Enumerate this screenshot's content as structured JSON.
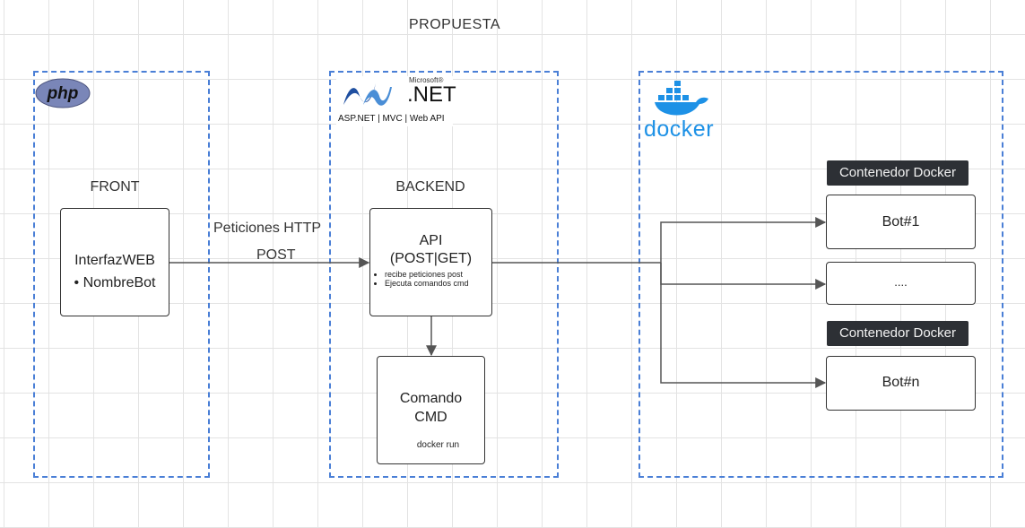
{
  "title": "PROPUESTA",
  "regions": {
    "front": {
      "heading": "FRONT",
      "logo_text": "php"
    },
    "backend": {
      "heading": "BACKEND",
      "logo_brand_small": "Microsoft®",
      "logo_brand": ".NET",
      "logo_caption": "ASP.NET | MVC | Web API"
    },
    "docker": {
      "logo_text": "docker"
    }
  },
  "front_box": {
    "title": "InterfazWEB",
    "bullet": "NombreBot"
  },
  "http_label_1": "Peticiones HTTP",
  "http_label_2": "POST",
  "api_box": {
    "title_line1": "API",
    "title_line2": "(POST|GET)",
    "bullets": [
      "recibe peticiones post",
      "Ejecuta comandos cmd"
    ]
  },
  "cmd_box": {
    "title_line1": "Comando",
    "title_line2": "CMD",
    "detail": "docker run"
  },
  "containers": {
    "tag_1": "Contenedor Docker",
    "tag_2": "Contenedor Docker",
    "bot_1": "Bot#1",
    "bot_mid": "....",
    "bot_n": "Bot#n"
  },
  "colors": {
    "region_border": "#4a7fd6",
    "tag_bg": "#2d3035",
    "php_logo": "#7a86b8",
    "net_logo": "#1f4fa0",
    "docker_logo": "#1d91e6"
  }
}
